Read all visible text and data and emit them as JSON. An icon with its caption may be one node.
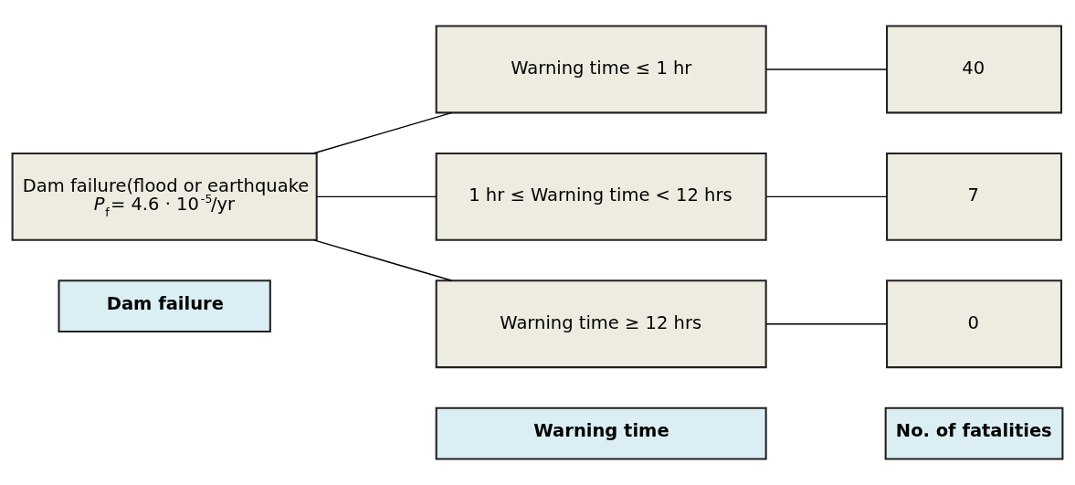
{
  "diagram": {
    "nodes": [
      {
        "text": [
          "Dam failure"
        ]
      },
      {
        "text": [
          "Warning time"
        ]
      },
      {
        "text": [
          "No. of fatalities"
        ]
      },
      {
        "text": [
          "Dam failure(flood or earthquake",
          "*P*$_{f}$= 4.6 · 10$^{-5}$/yr"
        ]
      },
      {
        "text": [
          "Warning time ≤ 1 hr"
        ]
      },
      {
        "text": [
          "1 hr ≤ Warning time < 12 hrs"
        ]
      },
      {
        "text": [
          "Warning time ≥ 12 hrs"
        ]
      },
      {
        "text": [
          "40"
        ]
      },
      {
        "text": [
          "7"
        ]
      },
      {
        "text": [
          "0"
        ]
      }
    ],
    "edges": [
      {
        "from": 3,
        "to": 4,
        "arrow": "none"
      },
      {
        "from": 3,
        "to": 5,
        "arrow": "none"
      },
      {
        "from": 3,
        "to": 6,
        "arrow": "none"
      },
      {
        "from": 4,
        "to": 7,
        "arrow": "none"
      },
      {
        "from": 5,
        "to": 8,
        "arrow": "none"
      },
      {
        "from": 6,
        "to": 9,
        "arrow": "none"
      }
    ]
  }
}
